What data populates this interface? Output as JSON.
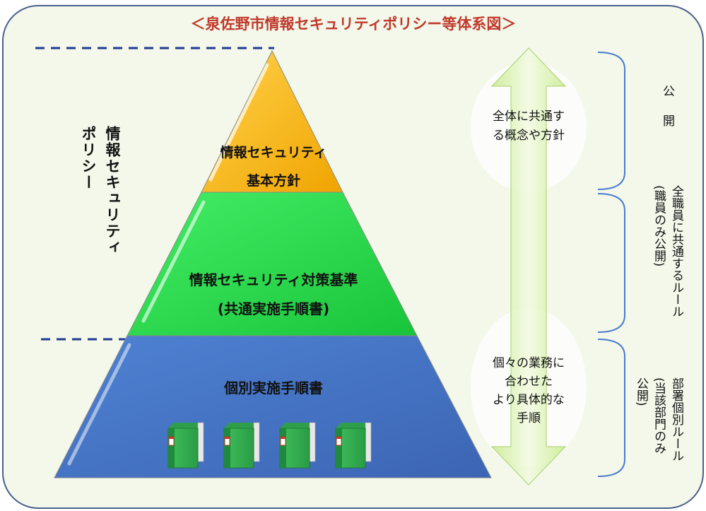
{
  "title": "＜泉佐野市情報セキュリティポリシー等体系図＞",
  "colors": {
    "frame_border": "#4a5f8c",
    "frame_fill": "#f3f8ea",
    "title": "#c0392b",
    "top": "#ffb400",
    "middle": "#22dd44",
    "bottom": "#4472c4",
    "arrow": "#dcf2b4",
    "bracket": "#4a7bd0",
    "dash": "#1f3a93"
  },
  "pyramid": {
    "top": {
      "line1": "情報セキュリティ",
      "line2": "基本方針"
    },
    "middle": {
      "line1": "情報セキュリティ対策基準",
      "line2": "(共通実施手順書)"
    },
    "bottom": {
      "line1": "個別実施手順書"
    },
    "book_icons": [
      "book-icon",
      "book-icon",
      "book-icon",
      "book-icon"
    ]
  },
  "policy_label": {
    "col1": "ポリシー",
    "col2": "情報セキュリティ"
  },
  "arrow_notes": {
    "upper": [
      "全体に共通す",
      "る概念や方針"
    ],
    "lower": [
      "個々の業務に",
      "合わせた",
      "より具体的な",
      "手順"
    ]
  },
  "disclosure": {
    "public": "公　開",
    "all_staff": {
      "main": "全職員に共通するルール",
      "sub": "(職員のみ公開)"
    },
    "dept": {
      "main": "部署個別ルール",
      "sub": "(当該部門のみ",
      "sub2": "公開)"
    }
  }
}
